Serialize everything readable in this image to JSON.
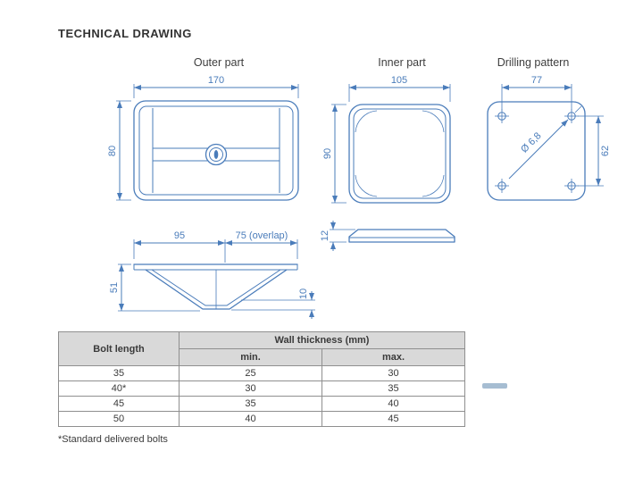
{
  "page": {
    "title": "TECHNICAL DRAWING",
    "footnote": "*Standard delivered bolts"
  },
  "drawings": {
    "outer_part": {
      "label": "Outer part",
      "dim_width": "170",
      "dim_height": "80"
    },
    "inner_part": {
      "label": "Inner part",
      "dim_width": "105",
      "dim_height": "90",
      "dim_thickness": "12"
    },
    "drilling_pattern": {
      "label": "Drilling pattern",
      "dim_width": "77",
      "dim_height": "62",
      "dim_hole": "Ø 6,8"
    },
    "side_view": {
      "dim_left": "95",
      "dim_overlap": "75 (overlap)",
      "dim_height": "51",
      "dim_tip": "10"
    }
  },
  "table": {
    "header_bolt": "Bolt length",
    "header_wall": "Wall thickness (mm)",
    "header_min": "min.",
    "header_max": "max.",
    "rows": [
      {
        "bolt": "35",
        "min": "25",
        "max": "30"
      },
      {
        "bolt": "40*",
        "min": "30",
        "max": "35"
      },
      {
        "bolt": "45",
        "min": "35",
        "max": "40"
      },
      {
        "bolt": "50",
        "min": "40",
        "max": "45"
      }
    ]
  },
  "colors": {
    "drawing_blue": "#4a7cba",
    "table_header_bg": "#d9d9d9"
  }
}
